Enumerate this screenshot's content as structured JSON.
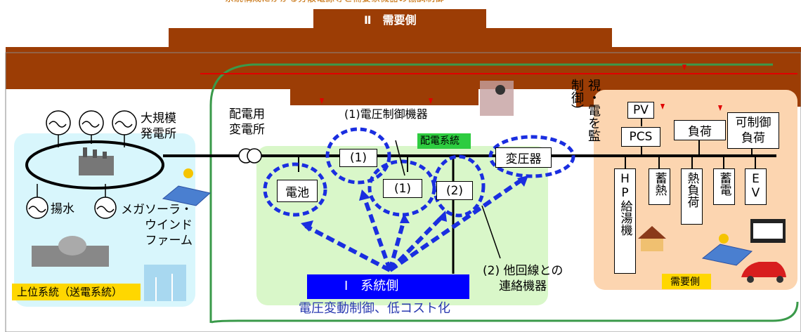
{
  "header": {
    "top_caption": "系統構成にかかる分散電源等と需要家機器の協調制御",
    "title": "Ⅱ　需要側"
  },
  "upper_system": {
    "label": "上位系統（送電系統）",
    "large_plant": "大規模\n発電所",
    "pumped": "揚水",
    "mega": "メガソーラ・\nウインド\nファーム"
  },
  "distribution": {
    "substation": "配電用\n変電所",
    "system_badge": "配電系統",
    "voltage_devices": "(1)電圧制御機器",
    "device1a": "(1)",
    "device1b": "(1)",
    "device2": "(2)",
    "battery": "電池",
    "transformer": "変圧器",
    "other_line": "(2) 他回線との\n連絡機器",
    "grid_side_title": "Ⅰ　系統側",
    "grid_side_sub": "電圧変動制御、低コスト化"
  },
  "monitor": {
    "text": "視・電を監\n制御）"
  },
  "demand": {
    "pv": "PV",
    "pcs": "PCS",
    "load": "負荷",
    "controllable_load": "可制御\n負荷",
    "hp": "HP給湯機",
    "heat_storage": "蓄熱",
    "heat_load": "熱負荷",
    "storage": "蓄電",
    "ev": "EV",
    "label": "需要側"
  },
  "colors": {
    "brown": "#9c3d05",
    "blue": "#1a2ee0",
    "light_blue": "#d8f6fc",
    "light_green": "#d9f7c9",
    "light_orange": "#fcd5b0",
    "green_line": "#3a9a4a",
    "yellow_badge": "#ffd700",
    "green_badge": "#2ecc40"
  }
}
